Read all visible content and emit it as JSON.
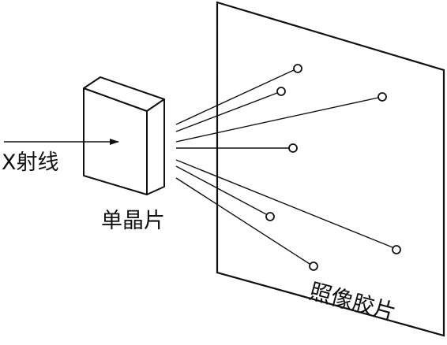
{
  "labels": {
    "xray": "X射线",
    "crystal": "单晶片",
    "film": "照像胶片"
  },
  "colors": {
    "stroke": "#111111",
    "background": "#ffffff"
  },
  "diffraction_spot_count": 7
}
